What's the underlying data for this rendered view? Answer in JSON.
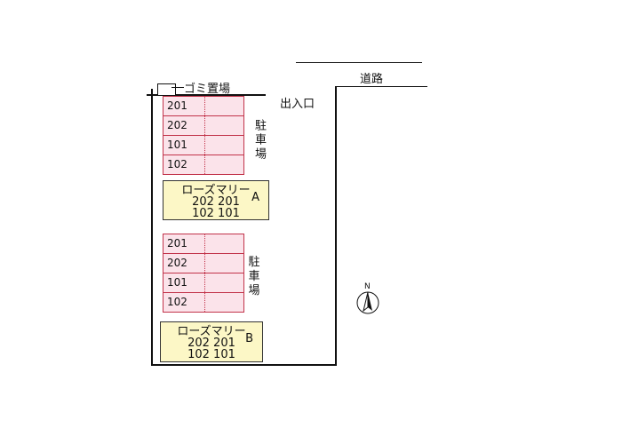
{
  "road_label": "道路",
  "entrance_label": "出入口",
  "garbage_label": "ゴミ置場",
  "parking_label": "駐車場",
  "parking_chars": [
    "駐",
    "車",
    "場"
  ],
  "parking_a": [
    "201",
    "202",
    "101",
    "102"
  ],
  "parking_b": [
    "201",
    "202",
    "101",
    "102"
  ],
  "building_a": {
    "name": "ローズマリー",
    "tag": "A",
    "row1": "202 201",
    "row2": "102 101"
  },
  "building_b": {
    "name": "ローズマリー",
    "tag": "B",
    "row1": "202 201",
    "row2": "102 101"
  },
  "north_label": "N",
  "colors": {
    "parking_fill": "#fbe3ea",
    "parking_border": "#c2334a",
    "building_fill": "#fcf7c6"
  }
}
